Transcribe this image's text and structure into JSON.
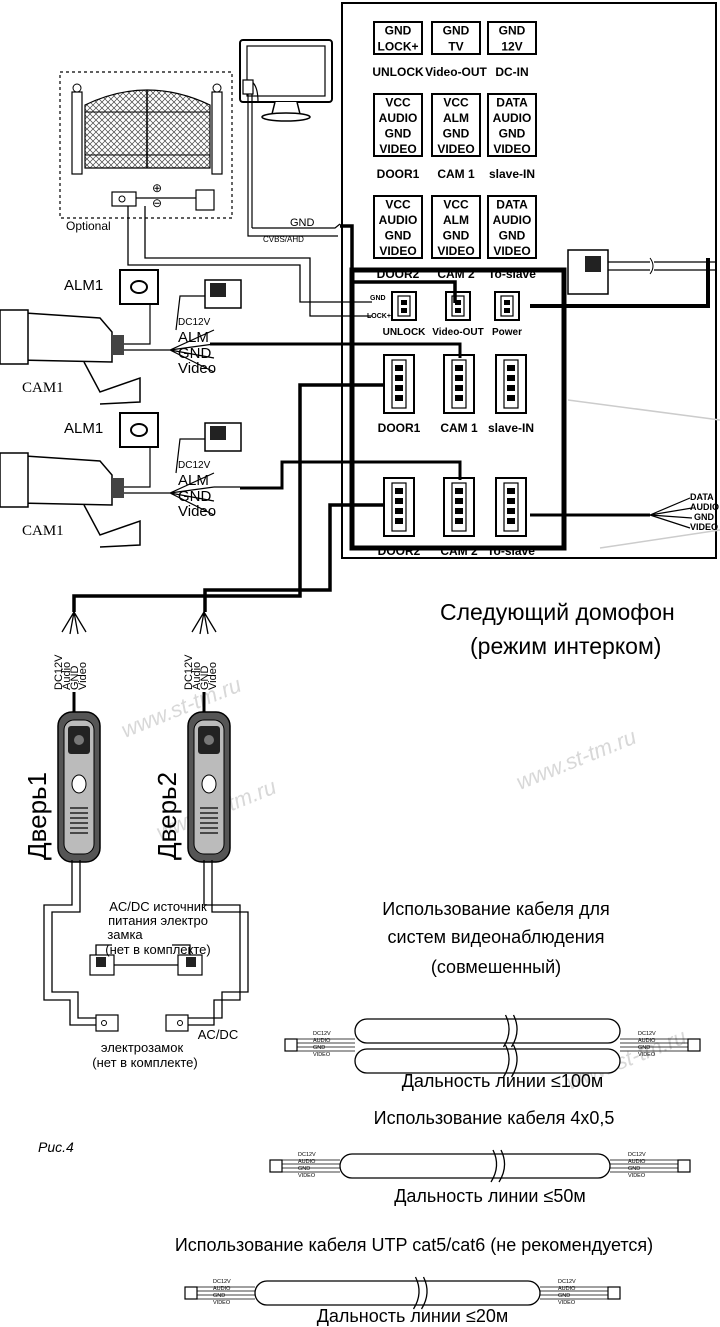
{
  "panel": {
    "top_labels": [
      {
        "lines": [
          "GND",
          "LOCK+"
        ],
        "caption": "UNLOCK"
      },
      {
        "lines": [
          "GND",
          "TV"
        ],
        "caption": "Video-OUT"
      },
      {
        "lines": [
          "GND",
          "12V"
        ],
        "caption": "DC-IN"
      }
    ],
    "row2_labels": [
      {
        "lines": [
          "VCC",
          "AUDIO",
          "GND",
          "VIDEO"
        ],
        "caption": "DOOR1"
      },
      {
        "lines": [
          "VCC",
          "ALM",
          "GND",
          "VIDEO"
        ],
        "caption": "CAM 1"
      },
      {
        "lines": [
          "DATA",
          "AUDIO",
          "GND",
          "VIDEO"
        ],
        "caption": "slave-IN"
      }
    ],
    "row3_labels": [
      {
        "lines": [
          "VCC",
          "AUDIO",
          "GND",
          "VIDEO"
        ],
        "caption": "DOOR2"
      },
      {
        "lines": [
          "VCC",
          "ALM",
          "GND",
          "VIDEO"
        ],
        "caption": "CAM 2"
      },
      {
        "lines": [
          "DATA",
          "AUDIO",
          "GND",
          "VIDEO"
        ],
        "caption": "To-slave"
      }
    ],
    "connectors_top": [
      "UNLOCK",
      "Video-OUT",
      "Power"
    ],
    "connectors_mid": [
      "DOOR1",
      "CAM 1",
      "slave-IN"
    ],
    "connectors_bot": [
      "DOOR2",
      "CAM 2",
      "To-slave"
    ],
    "unlock_pins": [
      "GND",
      "LOCK+"
    ]
  },
  "gate": {
    "caption": "Optional"
  },
  "monitor_wire": {
    "gnd": "GND",
    "cvbs": "CVBS/AHD"
  },
  "cameras": [
    {
      "alm_box": "ALM1",
      "cam": "CAM1",
      "wires": [
        "DC12V",
        "ALM",
        "GND",
        "Video"
      ]
    },
    {
      "alm_box": "ALM1",
      "cam": "CAM1",
      "wires": [
        "DC12V",
        "ALM",
        "GND",
        "Video"
      ]
    }
  ],
  "slave_wires": [
    "DATA",
    "AUDIO",
    "GND",
    "VIDEO"
  ],
  "next_intercom": [
    "Следующий домофон",
    "(режим интерком)"
  ],
  "doors": [
    {
      "label": "Дверь1",
      "wires": [
        "DC12V",
        "Audio",
        "GND",
        "Video"
      ]
    },
    {
      "label": "Дверь2",
      "wires": [
        "DC12V",
        "Audio",
        "GND",
        "Video"
      ]
    }
  ],
  "power_supply": [
    "AC/DC источник",
    "питания электро",
    "замка",
    "(нет в комплекте)"
  ],
  "lock": [
    "AC/DC",
    "электрозамок",
    "(нет в комплекте)"
  ],
  "figure_label": "Рис.4",
  "cable_sections": [
    {
      "title": [
        "Использование кабеля для",
        "систем видеонаблюдения",
        "(совмешенный)"
      ],
      "range": "Дальность линии  ≤100м"
    },
    {
      "title": [
        "Использование кабеля 4x0,5"
      ],
      "range": "Дальность линии  ≤50м"
    },
    {
      "title": [
        "Использование кабеля UTP cat5/cat6 (не рекомендуется)"
      ],
      "range": "Дальность линии  ≤20м"
    }
  ],
  "cable_wire_labels": [
    "DC12V",
    "AUDIO",
    "GND",
    "VIDEO"
  ],
  "watermark": "www.st-tm.ru"
}
